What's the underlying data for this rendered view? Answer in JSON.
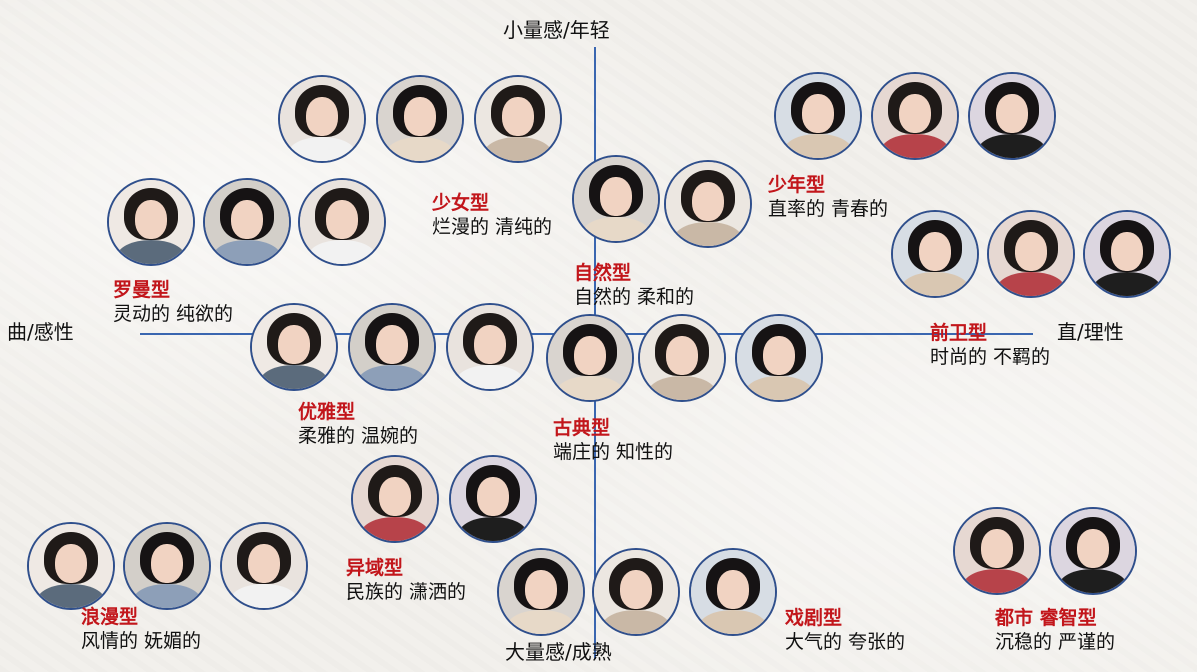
{
  "axes": {
    "top": "小量感/年轻",
    "bottom": "大量感/成熟",
    "left": "曲/感性",
    "right": "直/理性"
  },
  "types": [
    {
      "id": "shaonv",
      "name": "少女型",
      "desc": "烂漫的 清纯的"
    },
    {
      "id": "shaonian",
      "name": "少年型",
      "desc": "直率的 青春的"
    },
    {
      "id": "luoman",
      "name": "罗曼型",
      "desc": "灵动的 纯欲的"
    },
    {
      "id": "ziran",
      "name": "自然型",
      "desc": "自然的 柔和的"
    },
    {
      "id": "qianwei",
      "name": "前卫型",
      "desc": "时尚的 不羁的"
    },
    {
      "id": "youya",
      "name": "优雅型",
      "desc": "柔雅的 温婉的"
    },
    {
      "id": "gudian",
      "name": "古典型",
      "desc": "端庄的 知性的"
    },
    {
      "id": "yiyu",
      "name": "异域型",
      "desc": "民族的 潇洒的"
    },
    {
      "id": "langman",
      "name": "浪漫型",
      "desc": "风情的 妩媚的"
    },
    {
      "id": "xiju",
      "name": "戏剧型",
      "desc": "大气的 夸张的"
    },
    {
      "id": "dushi",
      "name": "都市 睿智型",
      "desc": "沉稳的 严谨的"
    }
  ]
}
